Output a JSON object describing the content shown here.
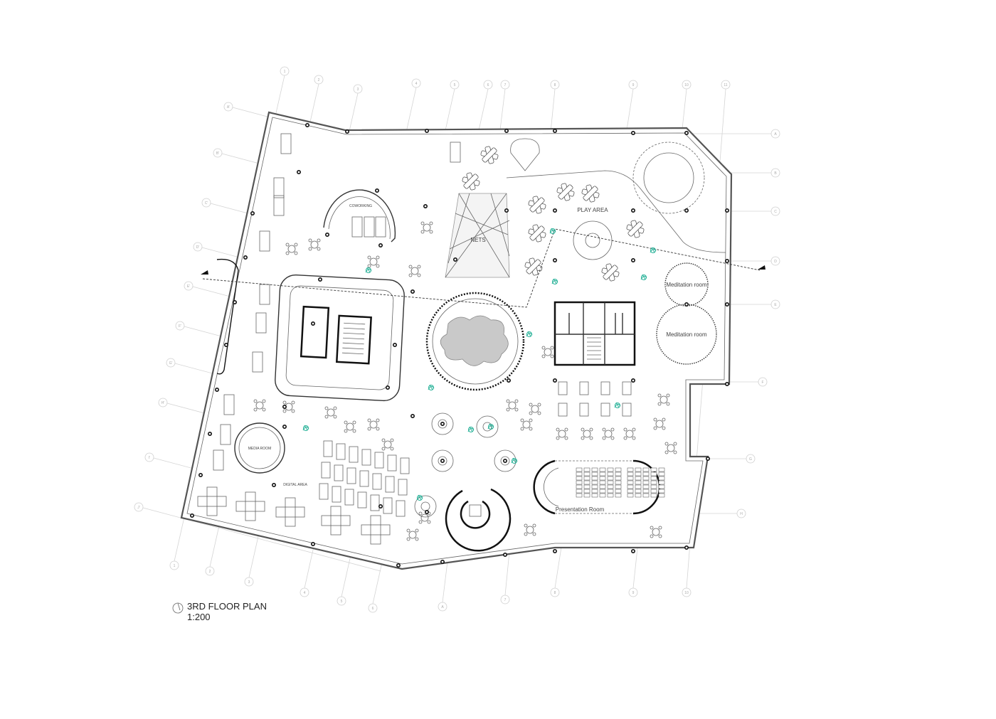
{
  "title": {
    "name": "3RD FLOOR PLAN",
    "scale": "1:200"
  },
  "rooms": {
    "coworking": "COWORKING",
    "nets": "NETS",
    "play_area": "PLAY AREA",
    "meditation_1": "Meditation room",
    "meditation_2": "Meditation room",
    "media_room": "MEDIA ROOM",
    "digital_area": "DIGITAL AREA",
    "presentation_room": "Presentation Room"
  },
  "grid": {
    "top": [
      "1",
      "2",
      "3",
      "4",
      "5",
      "6",
      "7",
      "8",
      "9",
      "10",
      "11"
    ],
    "bottom": [
      "1",
      "2",
      "3",
      "4",
      "5",
      "6",
      "A",
      "7",
      "8",
      "9",
      "10"
    ],
    "right": [
      "A",
      "B",
      "C",
      "D",
      "E",
      "F",
      "G",
      "H"
    ],
    "left": [
      "A'",
      "B'",
      "C'",
      "D'",
      "E'",
      "F'",
      "G'",
      "H'",
      "I'",
      "J'"
    ]
  },
  "colors": {
    "plant": "#2bb39a",
    "line": "#333333",
    "grid": "#d4d4d4"
  }
}
